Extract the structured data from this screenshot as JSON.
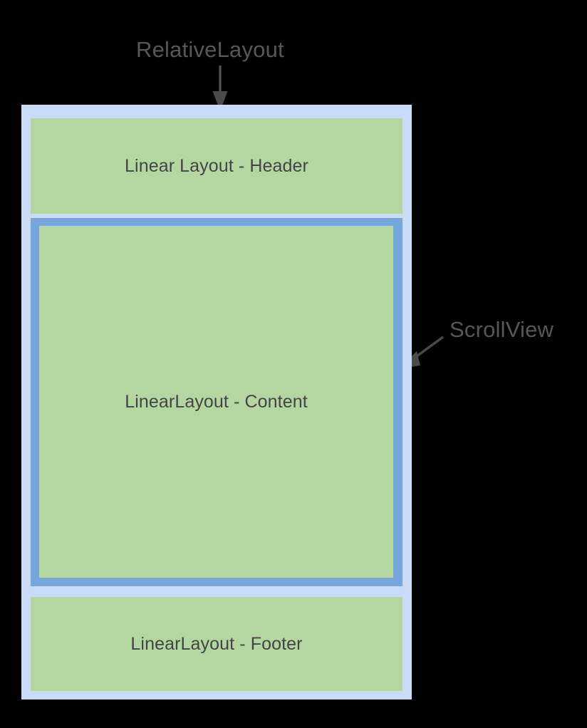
{
  "diagram": {
    "type": "android-layout-hierarchy",
    "background_color": "#000000",
    "annotations": [
      {
        "id": "relativelayout",
        "label": "RelativeLayout",
        "color": "#575757",
        "arrow": "down",
        "points_to": "relativelayout-container"
      },
      {
        "id": "scrollview",
        "label": "ScrollView",
        "color": "#575757",
        "arrow": "down-left",
        "points_to": "scrollview-container"
      }
    ],
    "containers": {
      "relativelayout": {
        "name": "RelativeLayout",
        "fill_color": "#c9dbf6"
      },
      "scrollview": {
        "name": "ScrollView",
        "fill_color": "#75a6dc"
      }
    },
    "boxes": [
      {
        "id": "header",
        "label": "Linear Layout - Header",
        "fill_color": "#b4d7a1",
        "text_color": "#444444"
      },
      {
        "id": "content",
        "label": "LinearLayout - Content",
        "fill_color": "#b4d7a1",
        "text_color": "#444444"
      },
      {
        "id": "footer",
        "label": "LinearLayout - Footer",
        "fill_color": "#b4d7a1",
        "text_color": "#444444"
      }
    ]
  }
}
